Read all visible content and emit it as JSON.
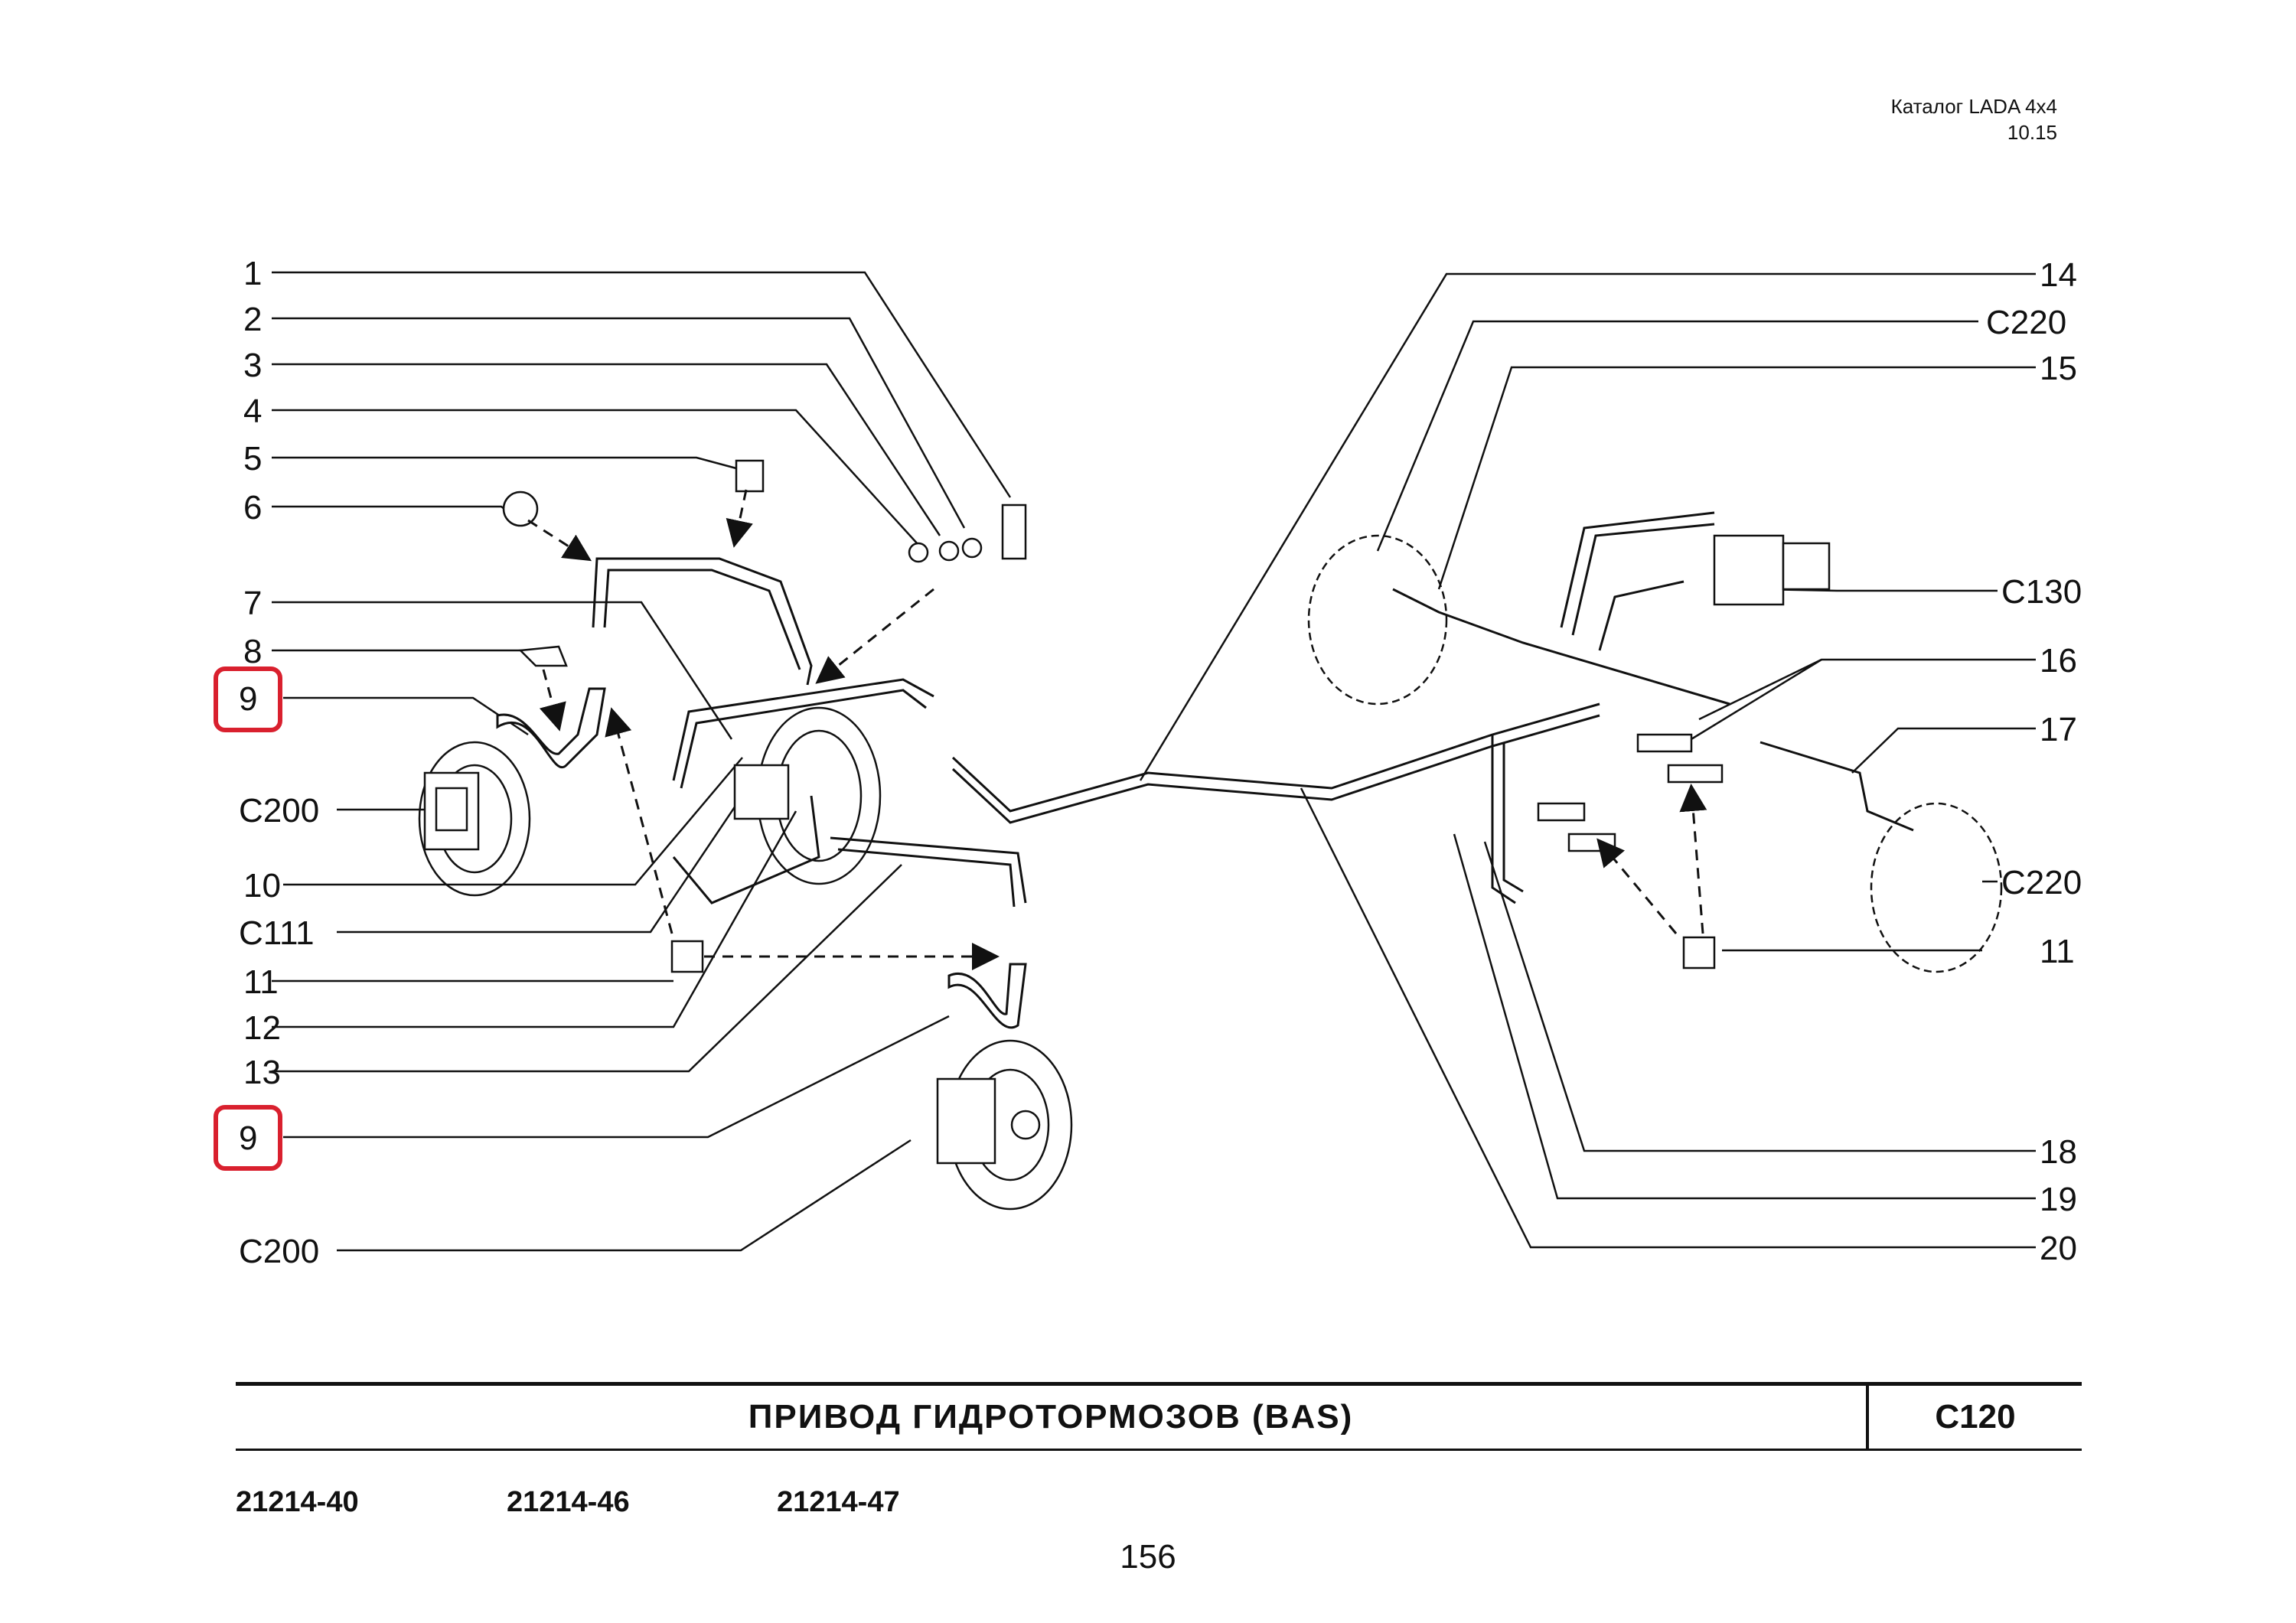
{
  "header": {
    "catalog": "Каталог  LADA  4x4",
    "date": "10.15"
  },
  "callouts_left": [
    "1",
    "2",
    "3",
    "4",
    "5",
    "6",
    "7",
    "8",
    "9",
    "C200",
    "10",
    "C111",
    "11",
    "12",
    "13",
    "9",
    "C200"
  ],
  "callouts_right": [
    "14",
    "C220",
    "15",
    "C130",
    "16",
    "17",
    "C220",
    "11",
    "18",
    "19",
    "20"
  ],
  "highlight_color": "#d9202e",
  "title": {
    "text": "ПРИВОД  ГИДРОТОРМОЗОВ  (BAS)",
    "code": "C120"
  },
  "models": [
    "21214-40",
    "21214-46",
    "21214-47"
  ],
  "page_number": "156"
}
